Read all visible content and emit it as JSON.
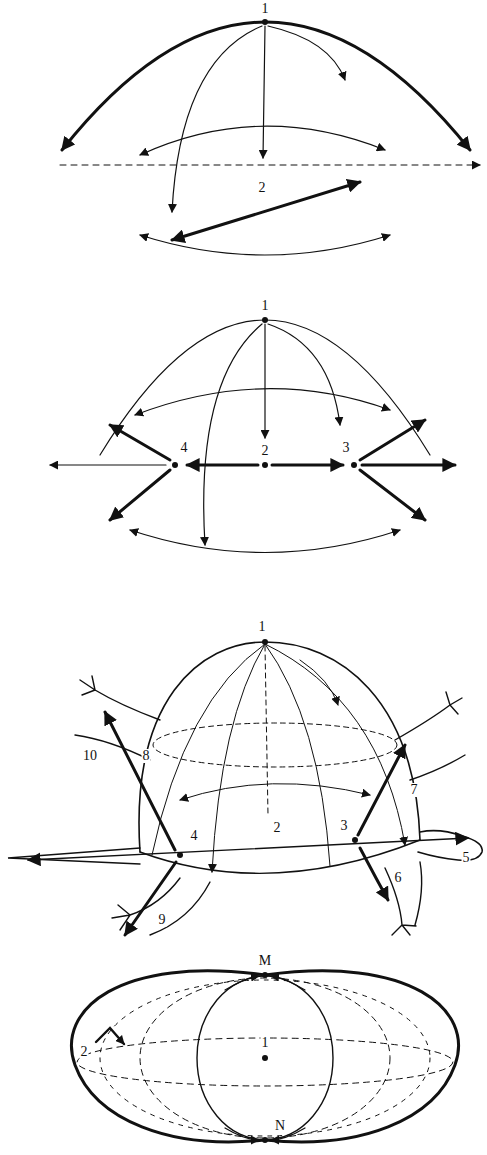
{
  "diagram": {
    "labels": [
      "1",
      "2",
      "1",
      "4",
      "2",
      "3",
      "1",
      "8",
      "10",
      "4",
      "2",
      "3",
      "7",
      "5",
      "9",
      "6",
      "M",
      "2",
      "1",
      "N"
    ]
  }
}
